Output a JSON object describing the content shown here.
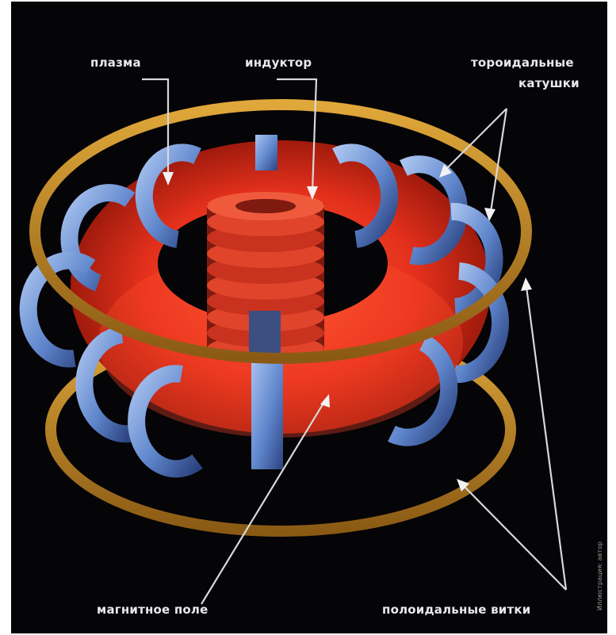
{
  "labels": {
    "plasma": "плазма",
    "inductor": "индуктор",
    "toroidal_line1": "тороидальные",
    "toroidal_line2": "катушки",
    "magnetic_field": "магнитное поле",
    "poloidal": "полоидальные витки"
  },
  "credit": "Иллюстрация: автор",
  "colors": {
    "background": "#050407",
    "plasma": "#e8331f",
    "toroidal_coils": "#6b8fd0",
    "poloidal_rings": "#c08a28",
    "inductor": "#d9402a",
    "label_text": "#e9e9ec"
  },
  "icons": [
    "arrow-pointer"
  ]
}
